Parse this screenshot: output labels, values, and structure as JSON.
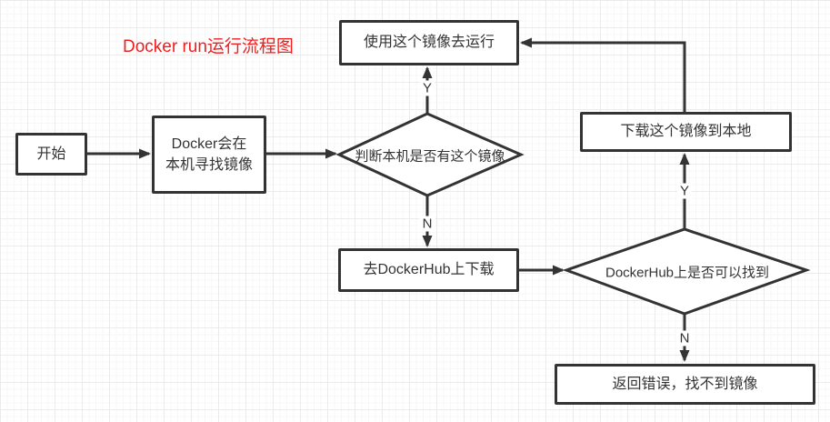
{
  "title": {
    "text": "Docker run运行流程图"
  },
  "colors": {
    "stroke": "#333333",
    "text": "#333333",
    "nodebg": "#ffffff",
    "gridminor": "#f7f7f7",
    "gridmajor": "#ebebeb",
    "accent": "#f01e1e"
  },
  "nodes": {
    "start": {
      "label": "开始"
    },
    "find_local": {
      "label": "Docker会在\n本机寻找镜像"
    },
    "run_image": {
      "label": "使用这个镜像去运行"
    },
    "check_local": {
      "label": "判断本机是否有这个镜像"
    },
    "go_dockerhub": {
      "label": "去DockerHub上下载"
    },
    "check_dockerhub": {
      "label": "DockerHub上是否可以找到"
    },
    "download_local": {
      "label": "下载这个镜像到本地"
    },
    "return_error": {
      "label": "返回错误，找不到镜像"
    }
  },
  "edge_labels": {
    "local_yes": "Y",
    "local_no": "N",
    "hub_yes": "Y",
    "hub_no": "N"
  }
}
